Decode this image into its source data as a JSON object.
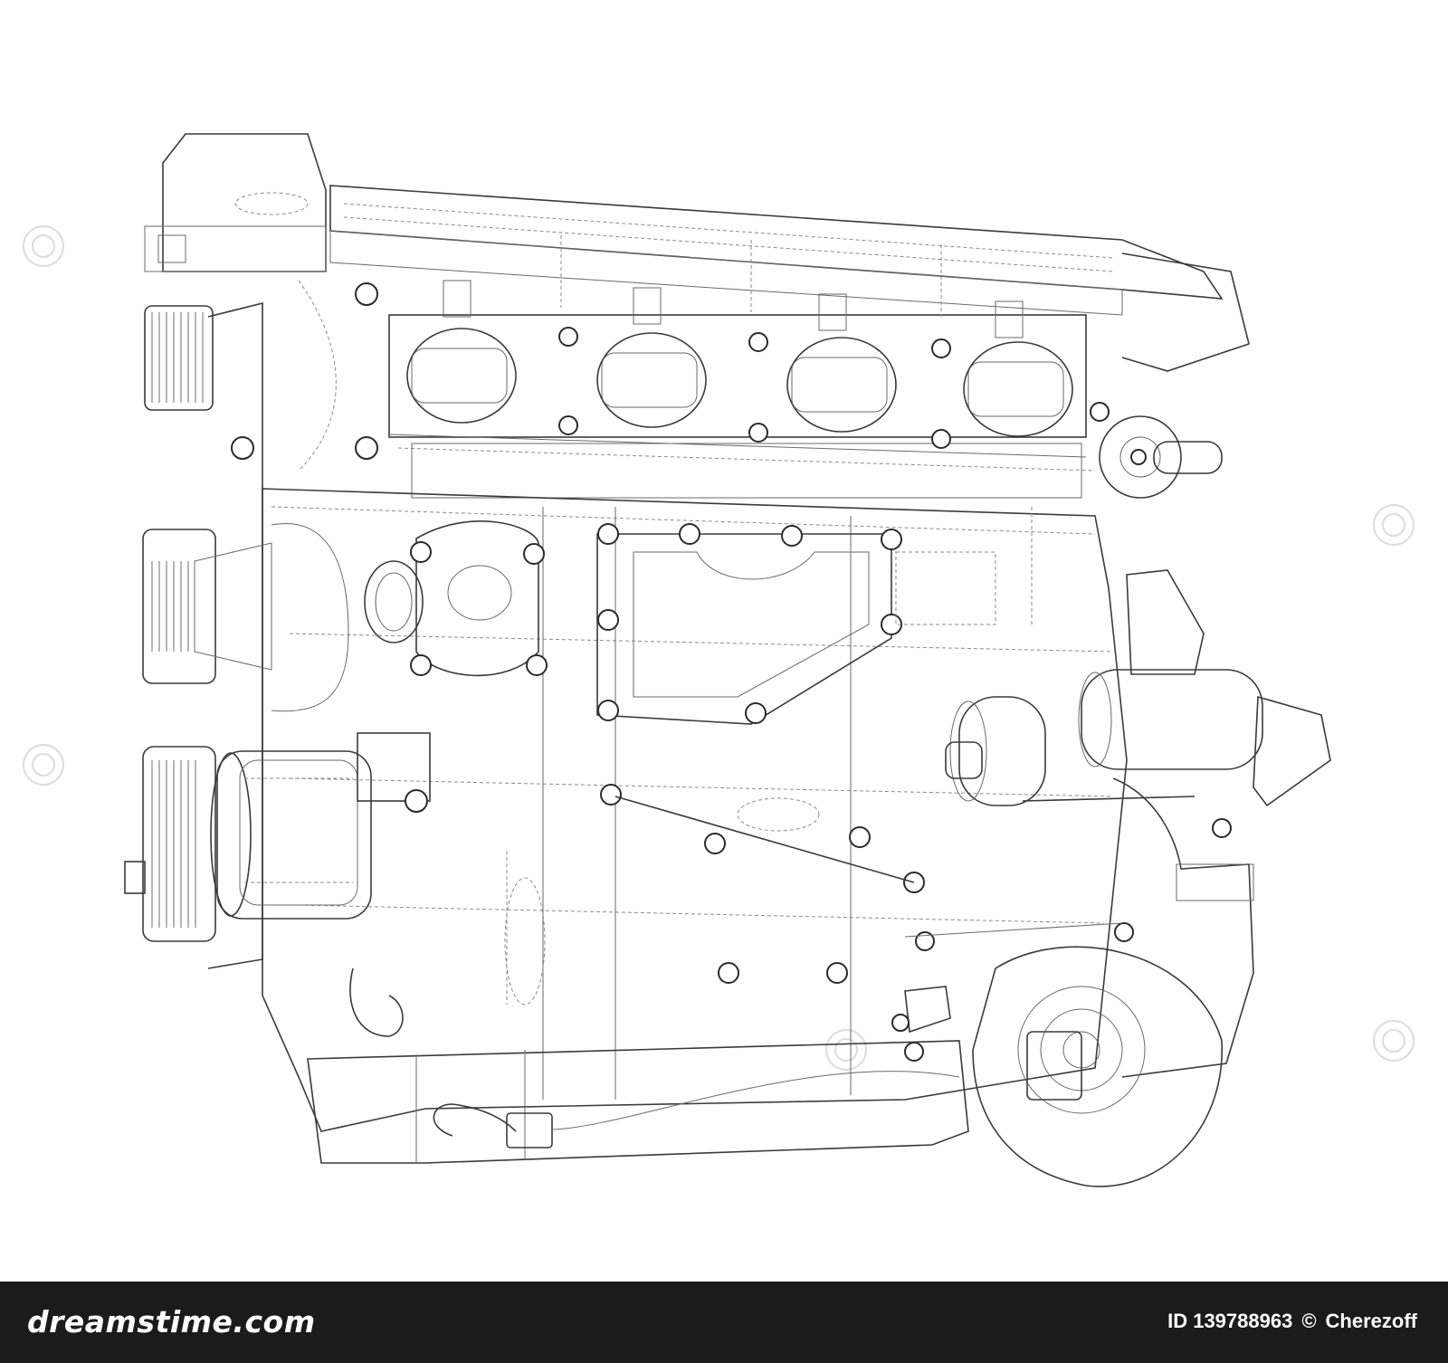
{
  "footer": {
    "brand_text": "dreamstime.com",
    "id_text": "ID 139788963",
    "copyright_symbol": "©",
    "author": "Cherezoff"
  },
  "colors": {
    "background": "#ffffff",
    "line": "#3a3a3a",
    "footer_bar": "#1b1b1b",
    "footer_text": "#ffffff",
    "watermark": "#dcdcdc"
  }
}
